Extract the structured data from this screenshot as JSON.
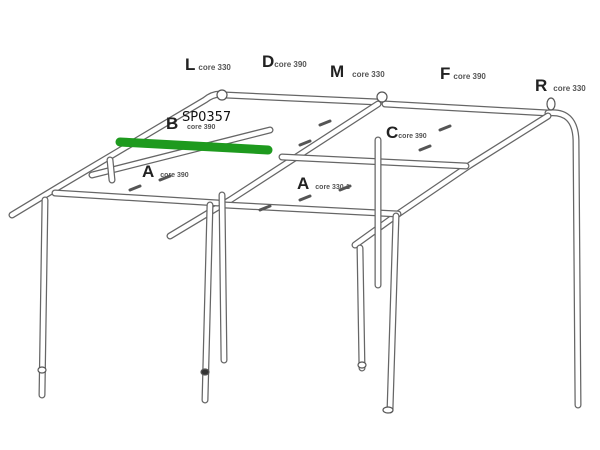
{
  "highlight_code": "SP0357",
  "highlight_color": "#1e9a1e",
  "labels": [
    {
      "letter": "L",
      "core": "core 330"
    },
    {
      "letter": "D",
      "core": "core 390"
    },
    {
      "letter": "M",
      "core": "core 330"
    },
    {
      "letter": "F",
      "core": "core 390"
    },
    {
      "letter": "R",
      "core": "core 330"
    },
    {
      "letter": "B",
      "core": "core 390"
    },
    {
      "letter": "C",
      "core": "core 390"
    },
    {
      "letter": "A",
      "core": "core 390"
    },
    {
      "letter": "A",
      "core": "core 330-1"
    }
  ]
}
